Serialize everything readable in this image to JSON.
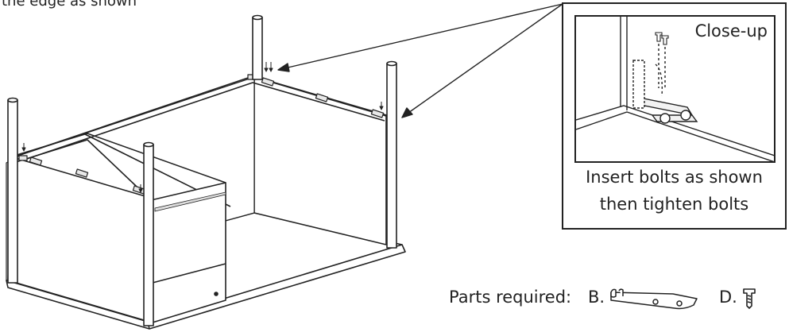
{
  "header": {
    "cut_text": "the edge as shown"
  },
  "inset": {
    "title": "Close-up",
    "instruction_line1": "Insert bolts as shown",
    "instruction_line2": "then tighten bolts"
  },
  "parts": {
    "label": "Parts required:",
    "items": [
      {
        "id": "B.",
        "icon": "bracket-icon"
      },
      {
        "id": "D.",
        "icon": "bolt-icon"
      }
    ]
  }
}
